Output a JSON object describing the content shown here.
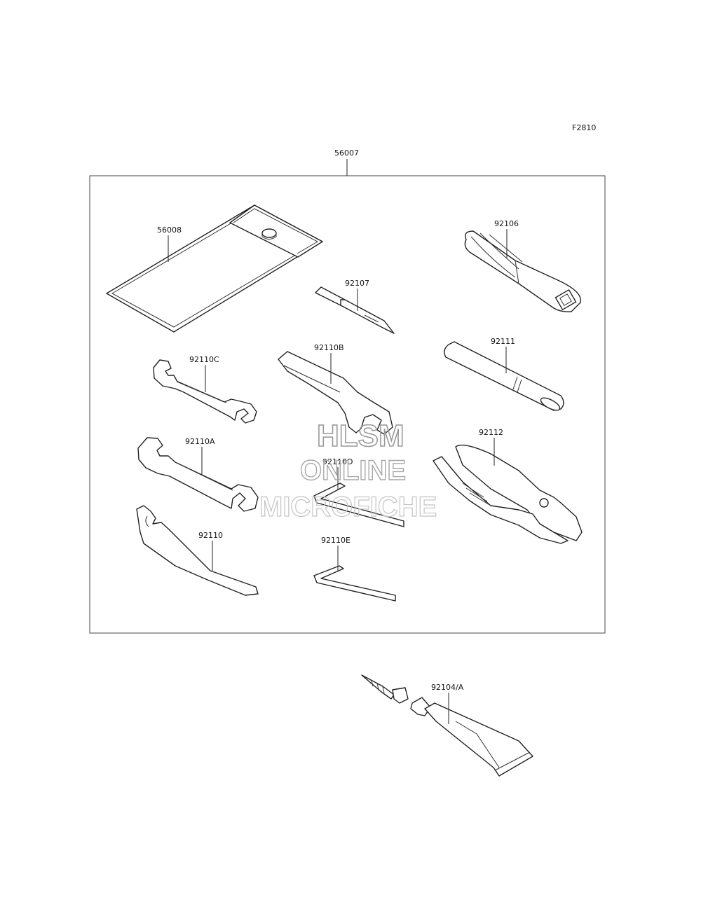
{
  "figure_code": "F2810",
  "kit_label": "56007",
  "parts": {
    "case": "56008",
    "screwdriver_grip": "92106",
    "screwdriver_bit": "92107",
    "wrench_c": "92110C",
    "wrench_b": "92110B",
    "extension_bar": "92111",
    "wrench_a": "92110A",
    "hex_key_d": "92110D",
    "pliers": "92112",
    "hook_wrench": "92110",
    "hex_key_e": "92110E",
    "repair_kit": "92104/A"
  },
  "watermark": {
    "line1": "HLSM",
    "line2": "ONLINE",
    "line3": "MICROFICHE"
  }
}
